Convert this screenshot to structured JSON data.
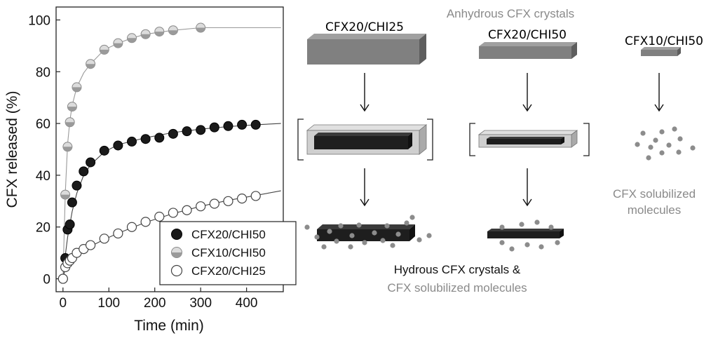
{
  "chart_data": {
    "type": "scatter",
    "xlabel": "Time (min)",
    "ylabel": "CFX released (%)",
    "xlim": [
      -15,
      480
    ],
    "ylim": [
      -5,
      105
    ],
    "xticks": [
      0,
      100,
      200,
      300,
      400
    ],
    "yticks": [
      0,
      20,
      40,
      60,
      80,
      100
    ],
    "grid": false,
    "legend_position": "bottom-right",
    "series": [
      {
        "name": "CFX20/CHI50",
        "marker": "filled",
        "color": "#1a1a1a",
        "x": [
          0,
          5,
          10,
          15,
          20,
          30,
          45,
          60,
          90,
          120,
          150,
          180,
          210,
          240,
          270,
          300,
          330,
          360,
          390,
          420
        ],
        "y": [
          0,
          8,
          19,
          21,
          29.5,
          36,
          41.5,
          45,
          49.5,
          51.5,
          53,
          54,
          54.5,
          56,
          57,
          57.5,
          58.5,
          59,
          59.5,
          59.5
        ],
        "fit": [
          [
            0,
            0
          ],
          [
            5,
            9
          ],
          [
            10,
            16
          ],
          [
            20,
            26
          ],
          [
            30,
            33
          ],
          [
            45,
            40
          ],
          [
            60,
            44
          ],
          [
            90,
            49
          ],
          [
            120,
            51.8
          ],
          [
            180,
            54.5
          ],
          [
            240,
            56.5
          ],
          [
            300,
            57.8
          ],
          [
            360,
            58.8
          ],
          [
            420,
            59.5
          ],
          [
            475,
            60
          ]
        ]
      },
      {
        "name": "CFX10/CHI50",
        "marker": "half",
        "color": "#9a9a9a",
        "x": [
          0,
          5,
          10,
          15,
          20,
          30,
          60,
          90,
          120,
          150,
          180,
          210,
          240,
          300
        ],
        "y": [
          0,
          32.5,
          51,
          60.5,
          66.5,
          74,
          83,
          88.5,
          91,
          93,
          94.5,
          95.5,
          96,
          97
        ],
        "fit": [
          [
            0,
            0
          ],
          [
            5,
            33
          ],
          [
            10,
            52
          ],
          [
            15,
            61
          ],
          [
            20,
            67
          ],
          [
            30,
            74
          ],
          [
            45,
            79.5
          ],
          [
            60,
            83
          ],
          [
            90,
            88.5
          ],
          [
            120,
            91
          ],
          [
            150,
            93
          ],
          [
            180,
            94.5
          ],
          [
            240,
            96
          ],
          [
            300,
            97
          ],
          [
            475,
            97
          ]
        ]
      },
      {
        "name": "CFX20/CHI25",
        "marker": "open",
        "color": "#555555",
        "x": [
          0,
          5,
          10,
          15,
          20,
          30,
          45,
          60,
          90,
          120,
          150,
          180,
          210,
          240,
          270,
          300,
          330,
          360,
          390,
          420
        ],
        "y": [
          0,
          4.5,
          6,
          7,
          8,
          10,
          11.5,
          13,
          15.5,
          17.5,
          20,
          22,
          24,
          25.5,
          26.5,
          28,
          29,
          30,
          31,
          32
        ],
        "fit": [
          [
            0,
            0
          ],
          [
            5,
            4
          ],
          [
            10,
            5.5
          ],
          [
            20,
            7.5
          ],
          [
            30,
            9.5
          ],
          [
            60,
            12.5
          ],
          [
            90,
            15.2
          ],
          [
            120,
            17.6
          ],
          [
            180,
            21.8
          ],
          [
            240,
            25.2
          ],
          [
            300,
            28
          ],
          [
            360,
            30.3
          ],
          [
            420,
            32.2
          ],
          [
            475,
            34
          ]
        ]
      }
    ]
  },
  "diagram": {
    "header": "Anhydrous CFX crystals",
    "columns": [
      {
        "label": "CFX20/CHI25"
      },
      {
        "label": "CFX20/CHI50"
      },
      {
        "label": "CFX10/CHI50"
      }
    ],
    "solubilized_label_line1": "CFX solubilized",
    "solubilized_label_line2": "molecules",
    "bottom_caption_line1": "Hydrous CFX crystals &",
    "bottom_caption_line2": "CFX solubilized molecules",
    "colors": {
      "crystal_grey": "#808080",
      "crystal_dark": "#1e1e1e",
      "shell_light": "#cfcfcf",
      "dot_grey": "#8c8c8c",
      "grey_text": "#8a8a8a"
    }
  }
}
